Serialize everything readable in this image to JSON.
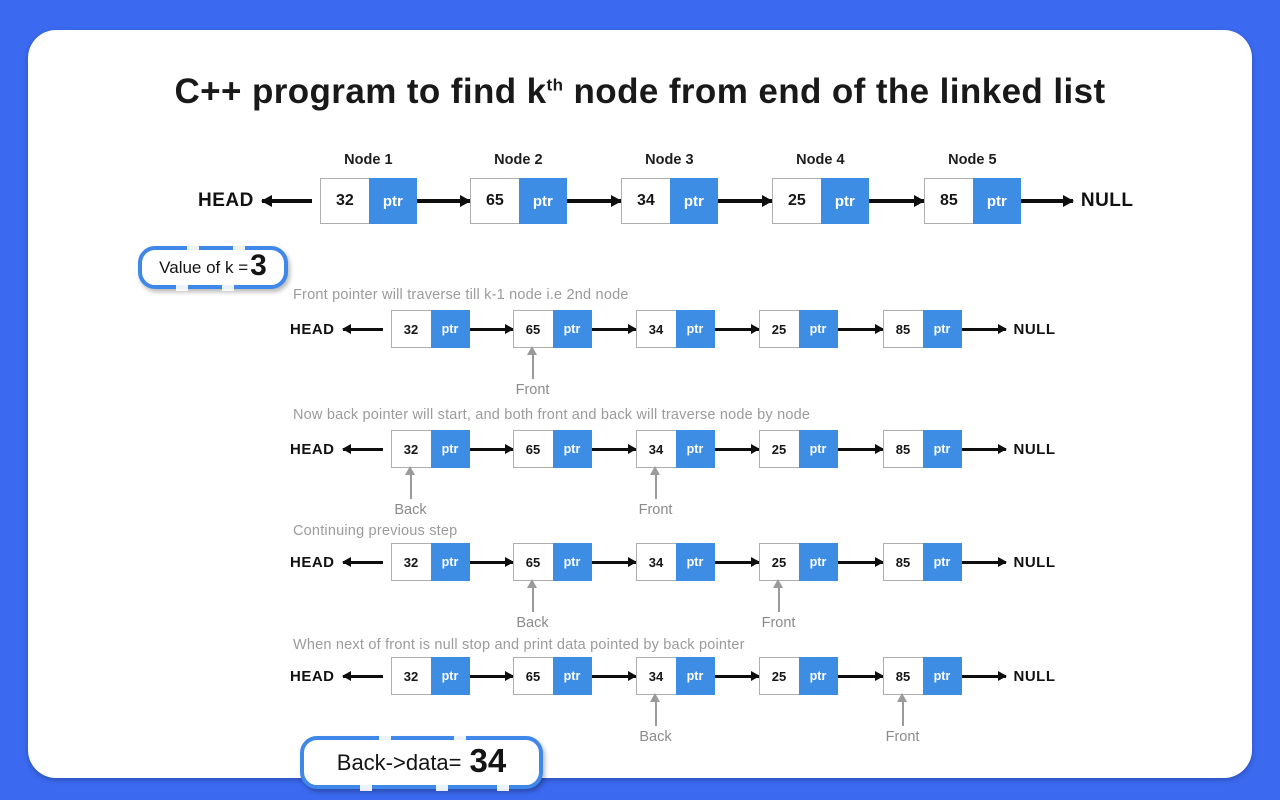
{
  "title": {
    "prefix": "C++ program to find k",
    "sup": "th",
    "suffix": " node from end of the linked list"
  },
  "colors": {
    "background_blue": "#3b6af1",
    "ptr_box_blue": "#3d8de4",
    "badge_border_blue": "#3f87e8",
    "caption_gray": "#9b9b9b"
  },
  "labels": {
    "head": "HEAD",
    "null": "NULL",
    "ptr": "ptr"
  },
  "node_labels": [
    "Node 1",
    "Node 2",
    "Node 3",
    "Node 4",
    "Node 5"
  ],
  "values": [
    "32",
    "65",
    "34",
    "25",
    "85"
  ],
  "k_badge": {
    "text": "Value of k =",
    "value": "3"
  },
  "result_badge": {
    "text": "Back->data=",
    "value": "34"
  },
  "steps": [
    {
      "caption": "Front pointer will traverse till k-1 node i.e 2nd node",
      "pointers": [
        {
          "label": "Front",
          "node_index": 2
        }
      ]
    },
    {
      "caption": "Now back pointer will start, and both front and back will traverse node by node",
      "pointers": [
        {
          "label": "Back",
          "node_index": 1
        },
        {
          "label": "Front",
          "node_index": 3
        }
      ]
    },
    {
      "caption": "Continuing previous step",
      "pointers": [
        {
          "label": "Back",
          "node_index": 2
        },
        {
          "label": "Front",
          "node_index": 4
        }
      ]
    },
    {
      "caption": "When next of front is null stop and print data pointed by back pointer",
      "pointers": [
        {
          "label": "Back",
          "node_index": 3
        },
        {
          "label": "Front",
          "node_index": 5
        }
      ]
    }
  ]
}
